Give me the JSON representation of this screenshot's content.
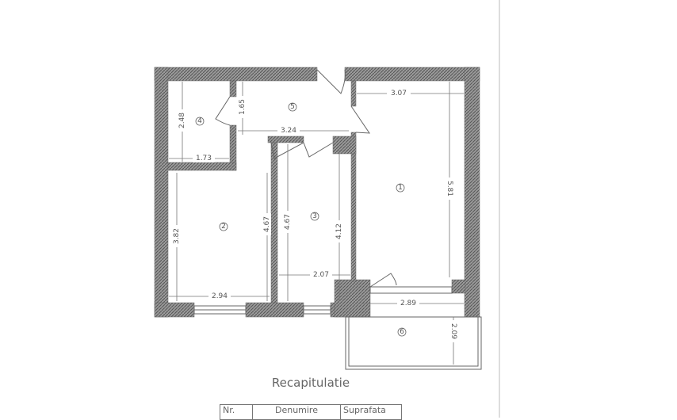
{
  "plan": {
    "rooms": [
      "1",
      "2",
      "3",
      "4",
      "5",
      "6"
    ],
    "dimensions": {
      "room1_width": "3.07",
      "room1_length": "5.81",
      "room5_height": "1.65",
      "room5_width": "3.24",
      "room4_height": "2.48",
      "room4_width": "1.73",
      "room2_height": "3.82",
      "room2_width": "2.94",
      "room2_right": "4.67",
      "room3_left": "4.67",
      "room3_right": "4.12",
      "room3_width": "2.07",
      "room6_width": "2.89",
      "room6_depth": "2.09"
    },
    "colors": {
      "wall": "#8a8a8a",
      "line": "#666666"
    }
  },
  "summary": {
    "title": "Recapitulatie",
    "columns": [
      "Nr.",
      "Denumire",
      "Suprafata"
    ]
  }
}
